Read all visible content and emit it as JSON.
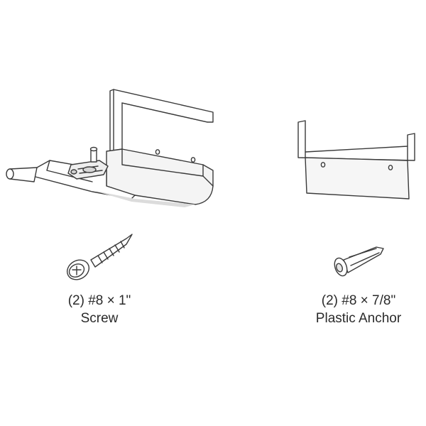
{
  "parts": [
    {
      "id": "screw",
      "quantity_size": "(2) #8 × 1\"",
      "name": "Screw"
    },
    {
      "id": "anchor",
      "quantity_size": "(2) #8 × 7/8\"",
      "name": "Plastic Anchor"
    }
  ],
  "colors": {
    "line": "#3a3a3a",
    "fill": "#ffffff",
    "shade": "#dcdcdc"
  }
}
